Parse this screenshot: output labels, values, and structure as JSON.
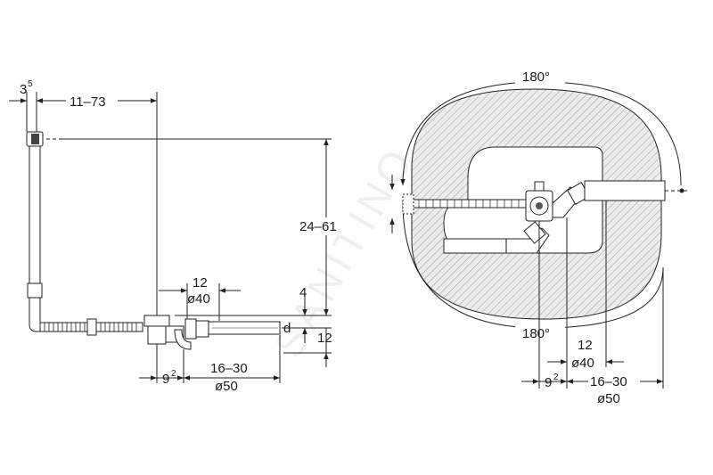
{
  "left_view": {
    "dims": {
      "overflow_offset": "3",
      "overflow_offset_sup": "5",
      "overflow_distance": "11–73",
      "height_range": "24–61",
      "dim_12_top": "12",
      "dia_40": "ø40",
      "dim_4": "4",
      "dim_12_right": "12",
      "dim_9": "9",
      "dim_9_sup": "2",
      "length_range": "16–30",
      "dia_50": "ø50",
      "letter_d": "d"
    }
  },
  "right_view": {
    "dims": {
      "angle_top": "180°",
      "angle_bottom": "180°",
      "dim_12": "12",
      "dia_40": "ø40",
      "dim_9": "9",
      "dim_9_sup": "2",
      "length_range": "16–30",
      "dia_50": "ø50"
    }
  },
  "watermark": "SANITINO"
}
